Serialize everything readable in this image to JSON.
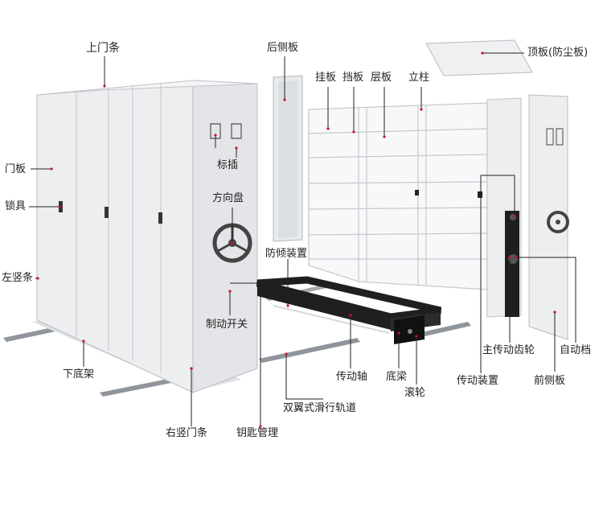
{
  "colors": {
    "cabinet": "#eceef0",
    "cabinet_edge": "#b9bcc0",
    "shadow": "#c9ccd0",
    "rail": "#8f959b",
    "rail_light": "#d4d7da",
    "frame": "#1f1f1f",
    "callout": "#222222",
    "dot": "#c8102e"
  },
  "labels": {
    "top_door_strip": "上门条",
    "door_panel": "门板",
    "lock": "锁具",
    "left_vertical_strip": "左竖条",
    "lower_base_frame": "下底架",
    "right_vertical_door_strip": "右竖门条",
    "label_holder": "标插",
    "steering_wheel": "方向盘",
    "anti_tilt_device": "防倾装置",
    "brake_switch": "制动开关",
    "key_management": "钥匙管理",
    "transmission_shaft": "传动轴",
    "base_beam": "底梁",
    "roller": "滚轮",
    "double_wing_rail": "双翼式滑行轨道",
    "back_side_panel": "后侧板",
    "hanging_panel": "挂板",
    "stop_panel": "挡板",
    "shelf_layer": "层板",
    "upright_post": "立柱",
    "top_panel": "顶板(防尘板)",
    "transmission_device": "传动装置",
    "main_drive_gear": "主传动齿轮",
    "auto_stop": "自动档",
    "front_side_panel": "前侧板"
  }
}
